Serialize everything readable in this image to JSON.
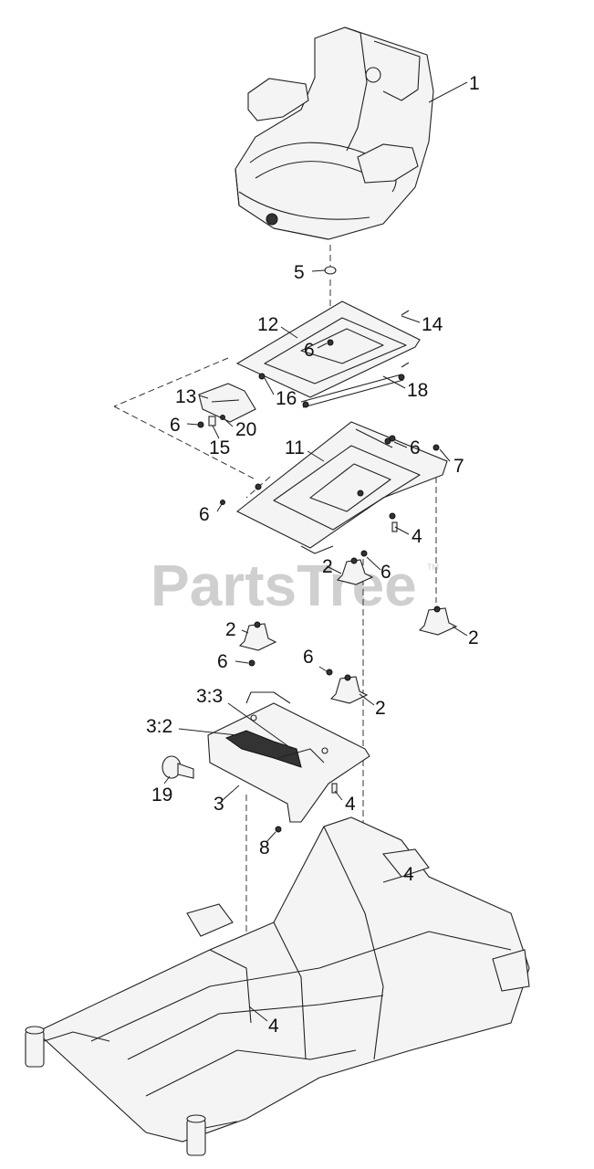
{
  "watermark": {
    "text": "PartsTree",
    "mark": "TM"
  },
  "callouts": [
    {
      "id": "c1",
      "label": "1"
    },
    {
      "id": "c5",
      "label": "5"
    },
    {
      "id": "c12",
      "label": "12"
    },
    {
      "id": "c14",
      "label": "14"
    },
    {
      "id": "c6a",
      "label": "6"
    },
    {
      "id": "c18",
      "label": "18"
    },
    {
      "id": "c13",
      "label": "13"
    },
    {
      "id": "c16",
      "label": "16"
    },
    {
      "id": "c6b",
      "label": "6"
    },
    {
      "id": "c20",
      "label": "20"
    },
    {
      "id": "c15",
      "label": "15"
    },
    {
      "id": "c11",
      "label": "11"
    },
    {
      "id": "c6c",
      "label": "6"
    },
    {
      "id": "c7",
      "label": "7"
    },
    {
      "id": "c6d",
      "label": "6"
    },
    {
      "id": "c4a",
      "label": "4"
    },
    {
      "id": "c2a",
      "label": "2"
    },
    {
      "id": "c6e",
      "label": "6"
    },
    {
      "id": "c2b",
      "label": "2"
    },
    {
      "id": "c2c",
      "label": "2"
    },
    {
      "id": "c6f",
      "label": "6"
    },
    {
      "id": "c6g",
      "label": "6"
    },
    {
      "id": "c2d",
      "label": "2"
    },
    {
      "id": "c33",
      "label": "3:3"
    },
    {
      "id": "c32",
      "label": "3:2"
    },
    {
      "id": "c19",
      "label": "19"
    },
    {
      "id": "c3",
      "label": "3"
    },
    {
      "id": "c4b",
      "label": "4"
    },
    {
      "id": "c8",
      "label": "8"
    },
    {
      "id": "c4c",
      "label": "4"
    },
    {
      "id": "c4d",
      "label": "4"
    }
  ]
}
